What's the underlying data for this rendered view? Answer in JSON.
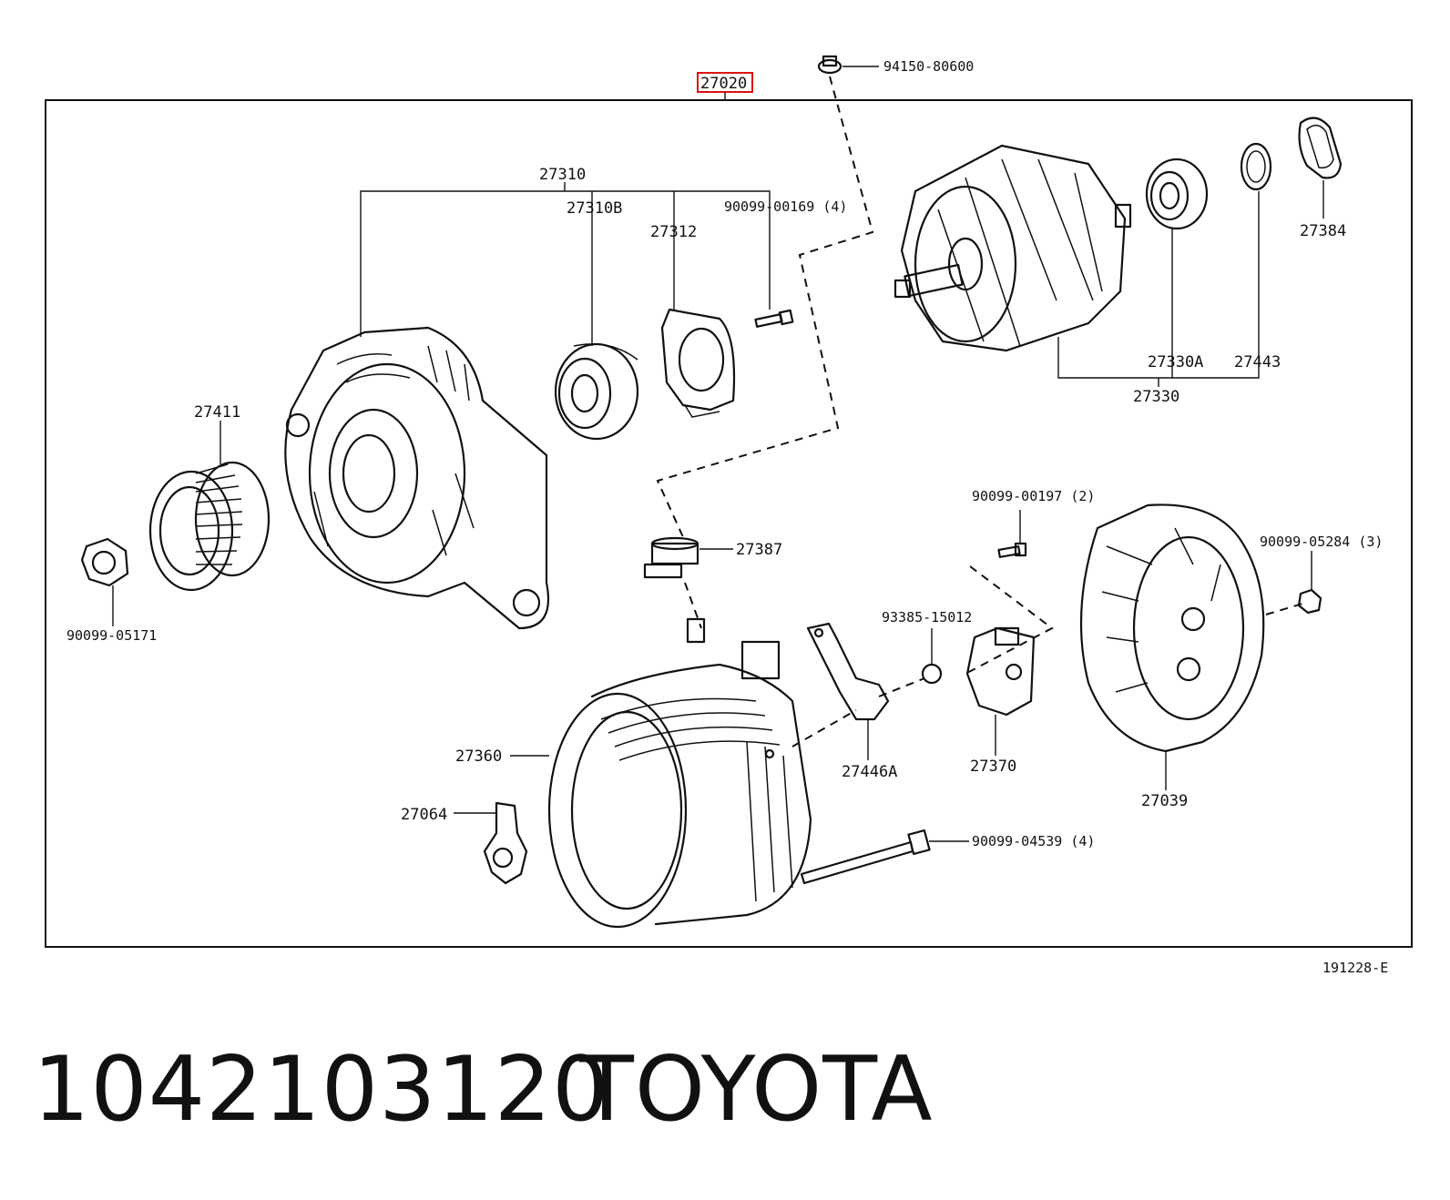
{
  "diagram": {
    "assembly_code": "27020",
    "figure_ref": "191228-E",
    "highlight_color": "#dd1111",
    "labels": {
      "p94150_80600": "94150-80600",
      "p27310": "27310",
      "p27310B": "27310B",
      "p27312": "27312",
      "p90099_00169": "90099-00169 (4)",
      "p27384": "27384",
      "p27330A": "27330A",
      "p27443": "27443",
      "p27330": "27330",
      "p27411": "27411",
      "p27387": "27387",
      "p90099_00197": "90099-00197 (2)",
      "p90099_05284": "90099-05284 (3)",
      "p90099_05171": "90099-05171",
      "p93385_15012": "93385-15012",
      "p27360": "27360",
      "p27446A": "27446A",
      "p27370": "27370",
      "p27039": "27039",
      "p27064": "27064",
      "p90099_04539": "90099-04539 (4)"
    }
  },
  "caption": {
    "part_number": "1042103120",
    "brand": "TOYOTA"
  }
}
